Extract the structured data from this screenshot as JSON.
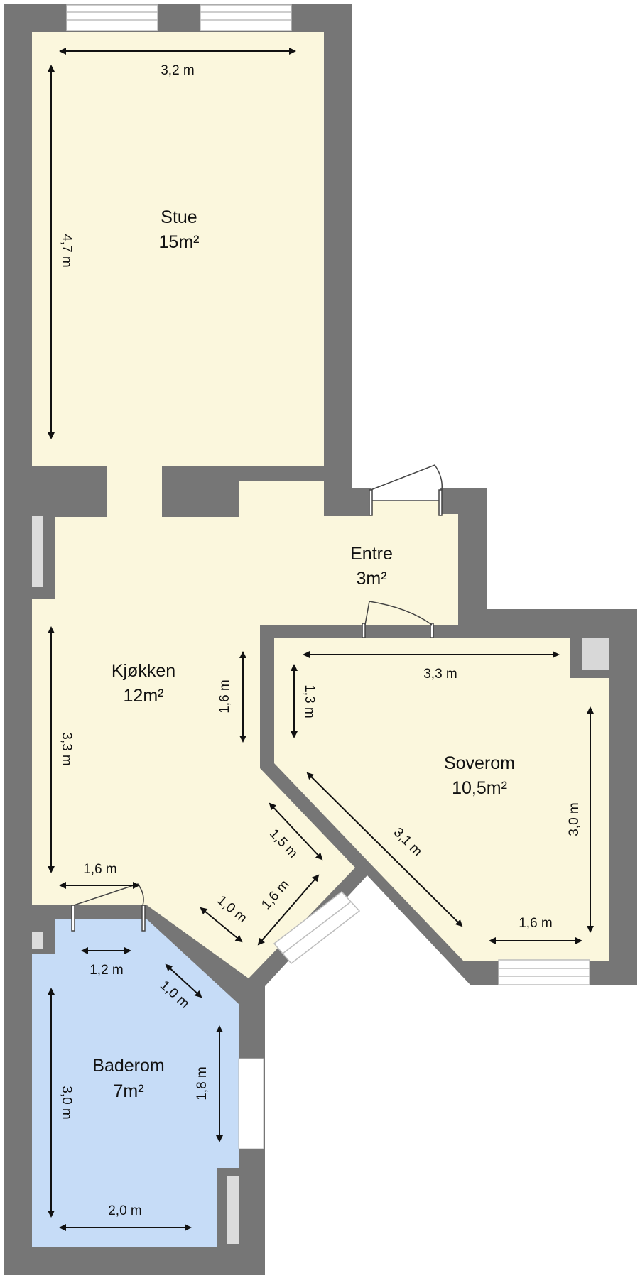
{
  "colors": {
    "wall": "#767676",
    "floor_living": "#fbf7dd",
    "floor_bath": "#c6dcf7",
    "window": "#ffffff",
    "dimension": "#111111"
  },
  "rooms": {
    "stue": {
      "name": "Stue",
      "area": "15m²"
    },
    "entre": {
      "name": "Entre",
      "area": "3m²"
    },
    "kjokken": {
      "name": "Kjøkken",
      "area": "12m²"
    },
    "soverom": {
      "name": "Soverom",
      "area": "10,5m²"
    },
    "baderom": {
      "name": "Baderom",
      "area": "7m²"
    }
  },
  "dimensions": {
    "stue_width": "3,2 m",
    "stue_height": "4,7 m",
    "kjokken_height": "3,3 m",
    "kjokken_inner": "1,6 m",
    "kjokken_bottom": "1,6 m",
    "kjokken_diag1": "1,5 m",
    "kjokken_diag2": "1,6 m",
    "kjokken_diag3": "1,0 m",
    "soverom_width": "3,3 m",
    "soverom_left": "1,3 m",
    "soverom_diag": "3,1 m",
    "soverom_right": "3,0 m",
    "soverom_bottom": "1,6 m",
    "bad_top": "1,2 m",
    "bad_diag": "1,0 m",
    "bad_height": "3,0 m",
    "bad_right": "1,8 m",
    "bad_bottom": "2,0 m"
  }
}
